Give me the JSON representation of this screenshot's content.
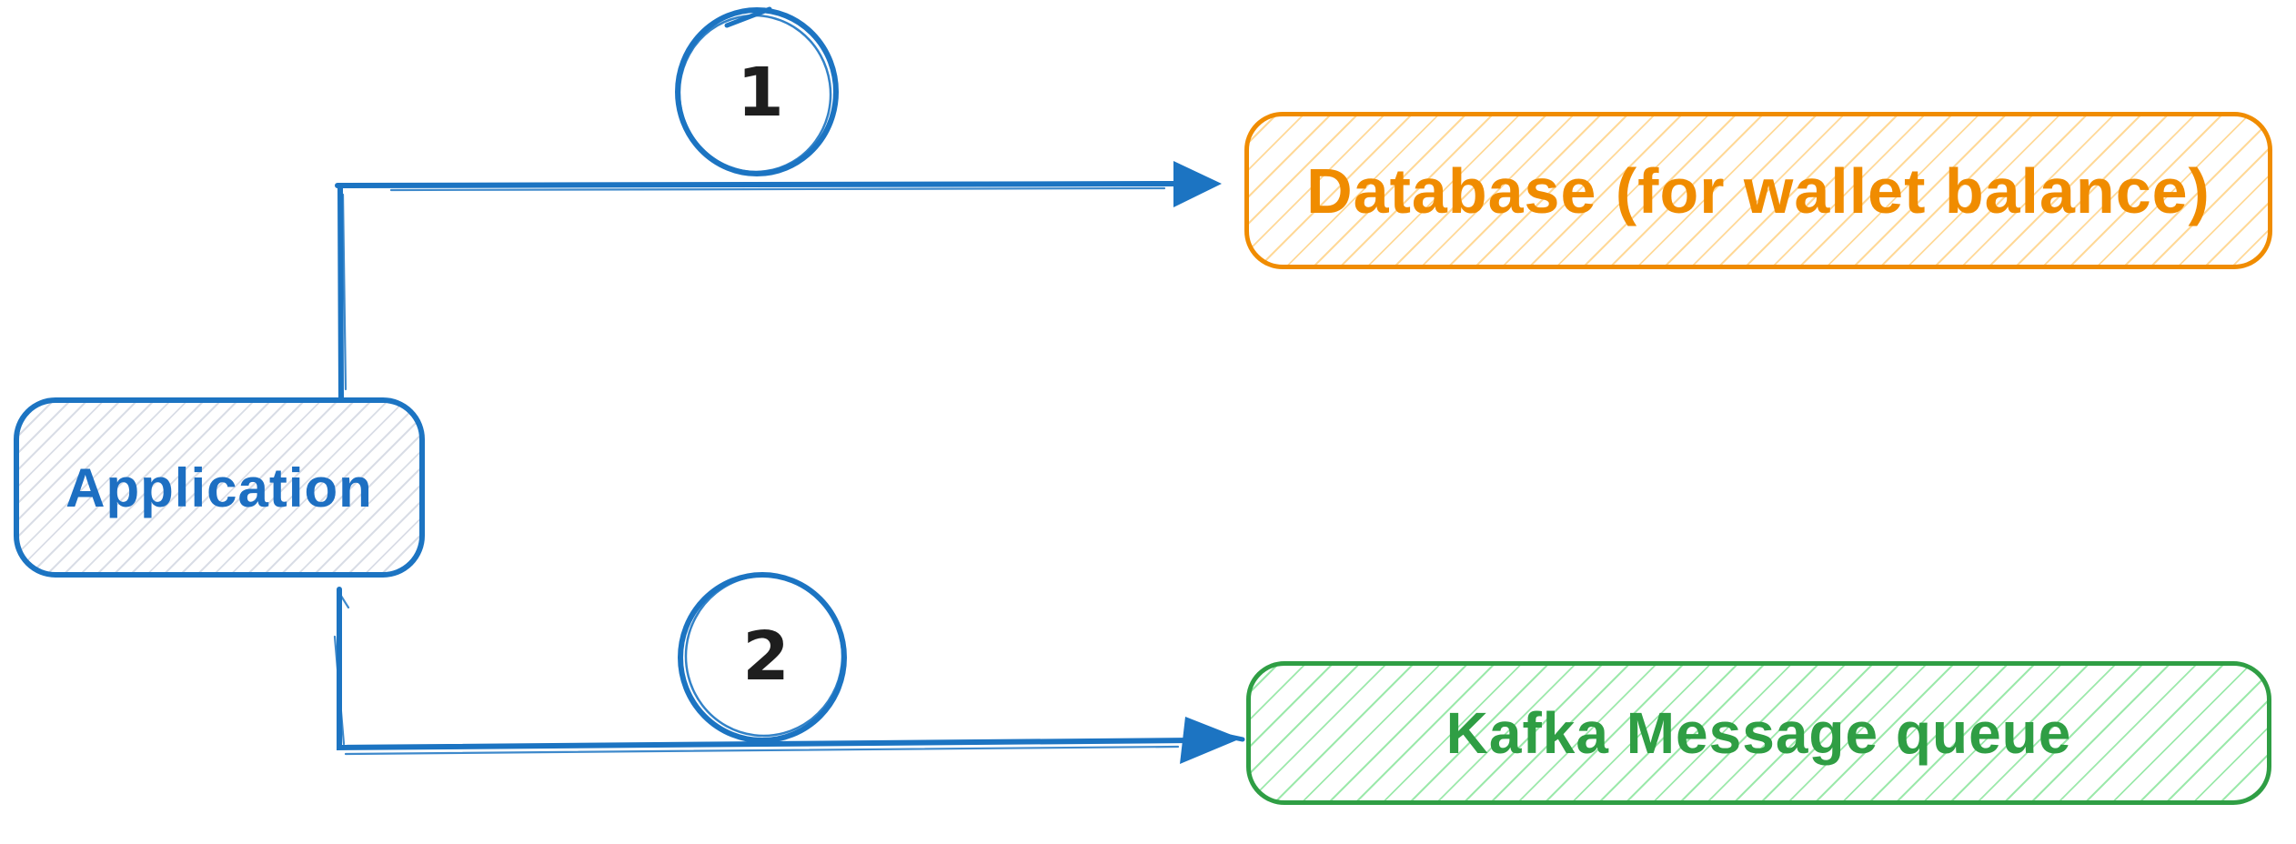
{
  "diagram": {
    "nodes": {
      "application": {
        "label": "Application"
      },
      "database": {
        "label": "Database (for wallet balance)"
      },
      "kafka": {
        "label": "Kafka Message queue"
      }
    },
    "steps": {
      "one": {
        "label": "1"
      },
      "two": {
        "label": "2"
      }
    },
    "edges": [
      {
        "from": "Application",
        "to": "Database (for wallet balance)",
        "step": "1"
      },
      {
        "from": "Application",
        "to": "Kafka Message queue",
        "step": "2"
      }
    ],
    "colors": {
      "arrow_blue": "#1c74c2",
      "application_stroke": "#1c74c2",
      "application_text": "#1d6fc2",
      "application_hatch": "#d9dde6",
      "database_stroke": "#f08c00",
      "database_text": "#f08c00",
      "database_hatch": "#ffd998",
      "kafka_stroke": "#2f9e44",
      "kafka_text": "#2f9e44",
      "kafka_hatch": "#9ce9ab",
      "step_number": "#1e1e1e",
      "circle_fill": "#ffffff",
      "background": "#ffffff"
    }
  }
}
